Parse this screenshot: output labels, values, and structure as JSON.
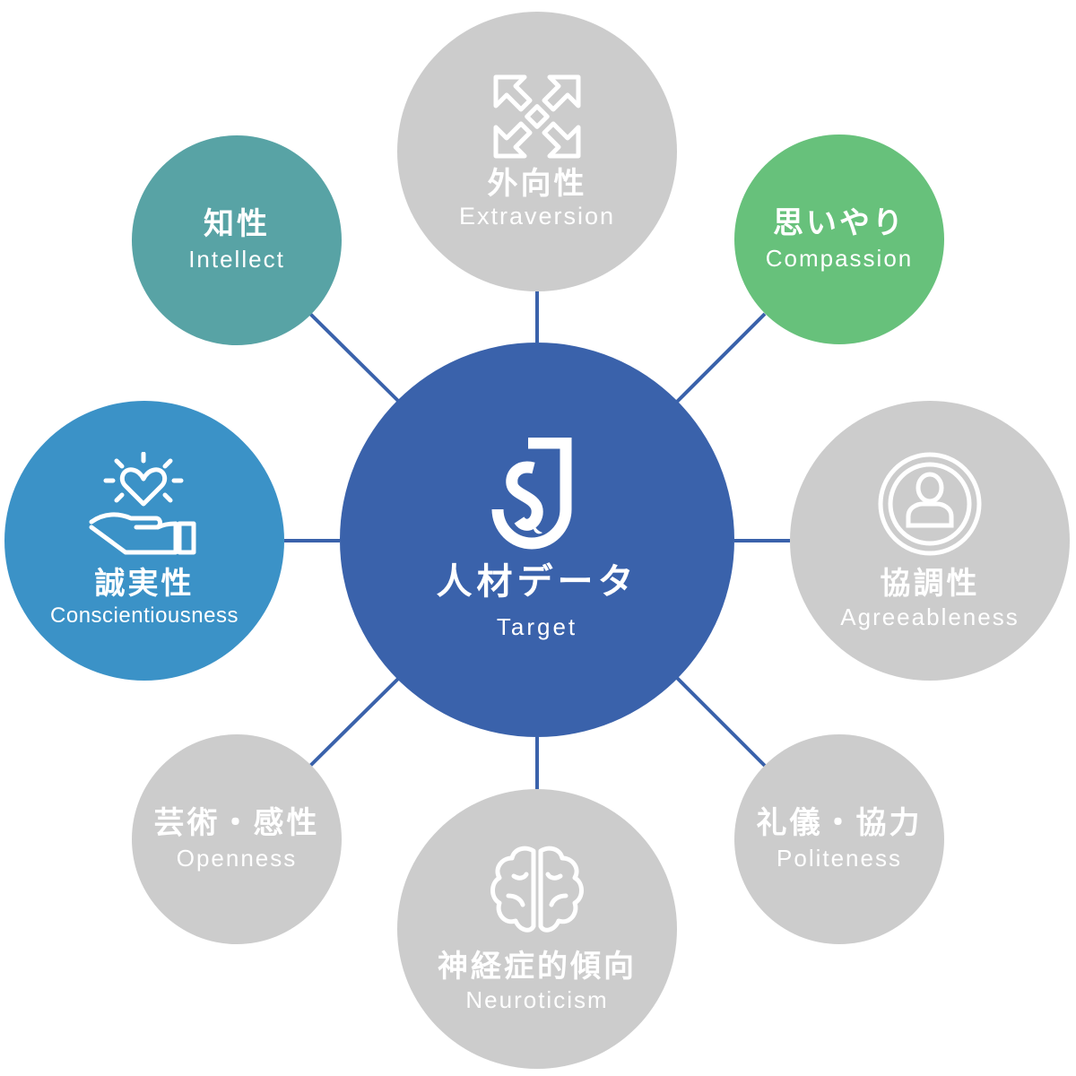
{
  "center": {
    "title": "人材データ",
    "subtitle": "Target",
    "logo": "sj-logo-icon"
  },
  "nodes": {
    "extraversion": {
      "jp": "外向性",
      "en": "Extraversion",
      "icon": "expand-arrows-icon"
    },
    "intellect": {
      "jp": "知性",
      "en": "Intellect"
    },
    "compassion": {
      "jp": "思いやり",
      "en": "Compassion"
    },
    "conscientiousness": {
      "jp": "誠実性",
      "en": "Conscientiousness",
      "icon": "hand-heart-icon"
    },
    "agreeableness": {
      "jp": "協調性",
      "en": "Agreeableness",
      "icon": "person-circle-icon"
    },
    "openness": {
      "jp": "芸術・感性",
      "en": "Openness"
    },
    "neuroticism": {
      "jp": "神経症的傾向",
      "en": "Neuroticism",
      "icon": "brain-icon"
    },
    "politeness": {
      "jp": "礼儀・協力",
      "en": "Politeness"
    }
  },
  "colors": {
    "center": "#3a62ab",
    "connector": "#3a62ab",
    "intellect": "#58a3a5",
    "compassion": "#67c17b",
    "conscientiousness": "#3b92c7",
    "inactive": "#cccccc",
    "text": "#ffffff"
  }
}
